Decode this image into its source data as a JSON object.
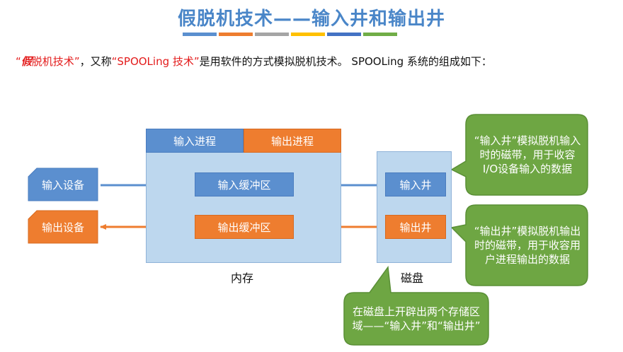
{
  "title": "假脱机技术——输入井和输出井",
  "colors": {
    "title": "#4a86c8",
    "stripes": [
      "#5b8fcf",
      "#ee7d2f",
      "#a5a5a5",
      "#ffc000",
      "#4472c4",
      "#70ad47"
    ],
    "blue_box": "#5b8fcf",
    "orange_box": "#ee7d2f",
    "region": "#bdd7ee",
    "callout": "#6ea643",
    "emphasis": "#e31b1b"
  },
  "intro": {
    "quote_open": "“",
    "em_char": "假",
    "term1_rest": "脱机技术",
    "quote_close": "”",
    "mid1": "，又称",
    "term2": "“SPOOLing 技术”",
    "rest": "是用软件的方式模拟脱机技术。 SPOOLing 系统的组成如下："
  },
  "diagram": {
    "memory": {
      "label": "内存",
      "input_process": "输入进程",
      "output_process": "输出进程",
      "input_buffer": "输入缓冲区",
      "output_buffer": "输出缓冲区"
    },
    "disk": {
      "label": "磁盘",
      "input_well": "输入井",
      "output_well": "输出井"
    },
    "input_device": "输入设备",
    "output_device": "输出设备"
  },
  "callouts": {
    "input_well_note": "“输入井”模拟脱机输入时的磁带，用于收容I/O设备输入的数据",
    "output_well_note": "“输出井”模拟脱机输出时的磁带，用于收容用户进程输出的数据",
    "disk_note": "在磁盘上开辟出两个存储区域——“输入井”和“输出井”"
  }
}
